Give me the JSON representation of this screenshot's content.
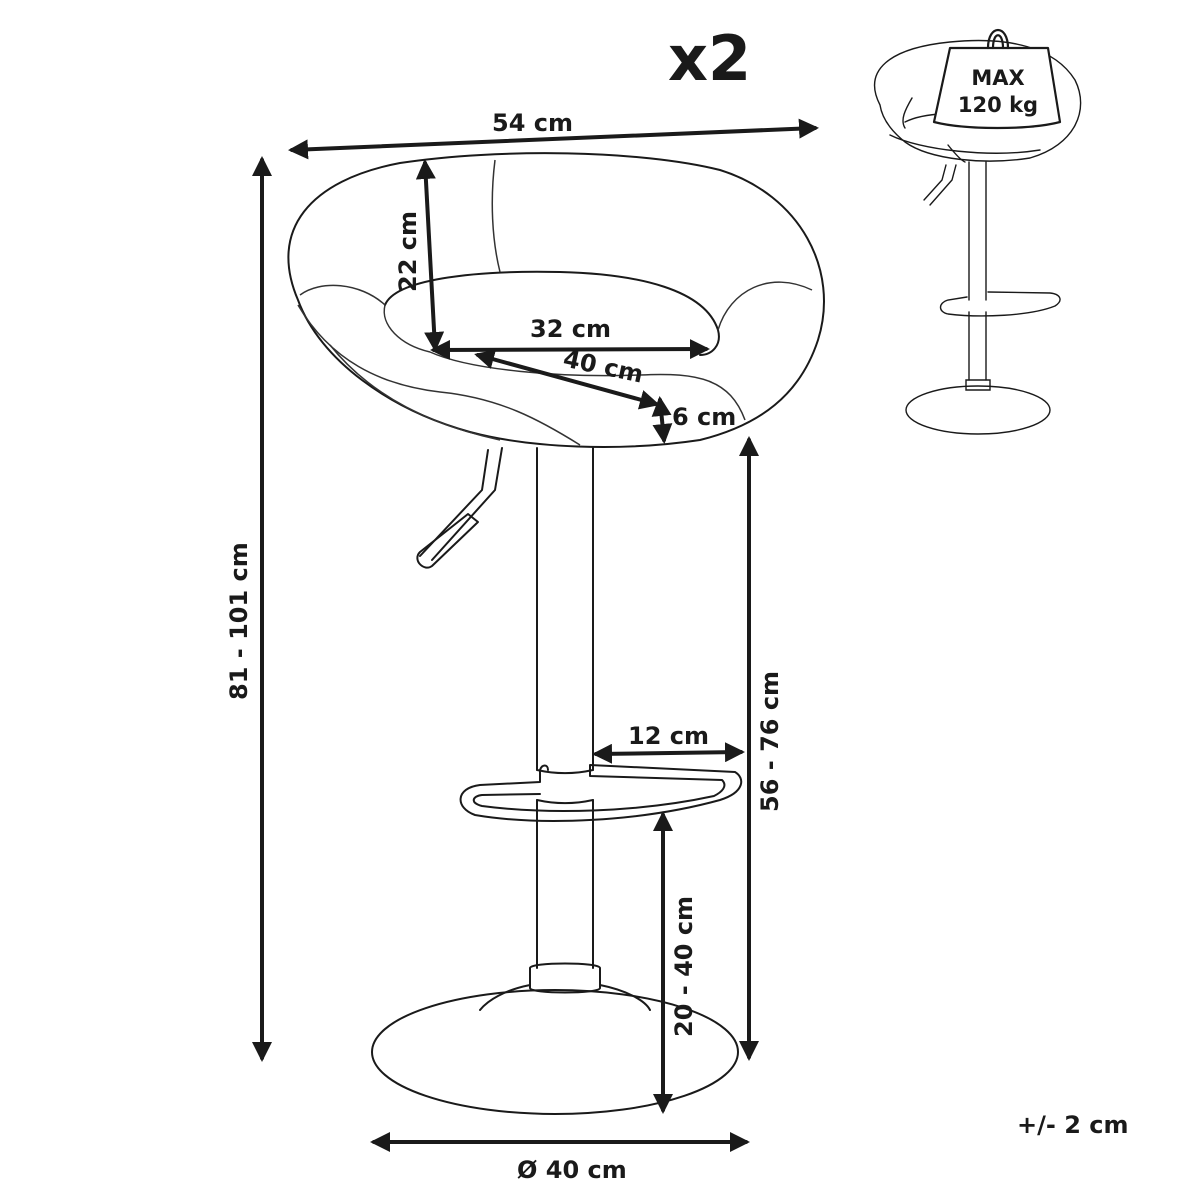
{
  "quantity": "x2",
  "max_load": {
    "line1": "MAX",
    "line2": "120 kg"
  },
  "dimensions": {
    "width": "54 cm",
    "total_height": "81 - 101 cm",
    "backrest_height": "22 cm",
    "seat_width": "32 cm",
    "seat_depth": "40 cm",
    "seat_thickness": "6 cm",
    "footrest_depth": "12 cm",
    "seat_height": "56 - 76 cm",
    "footrest_height": "20 - 40 cm",
    "base_diameter": "Ø 40 cm"
  },
  "tolerance": "+/- 2 cm"
}
